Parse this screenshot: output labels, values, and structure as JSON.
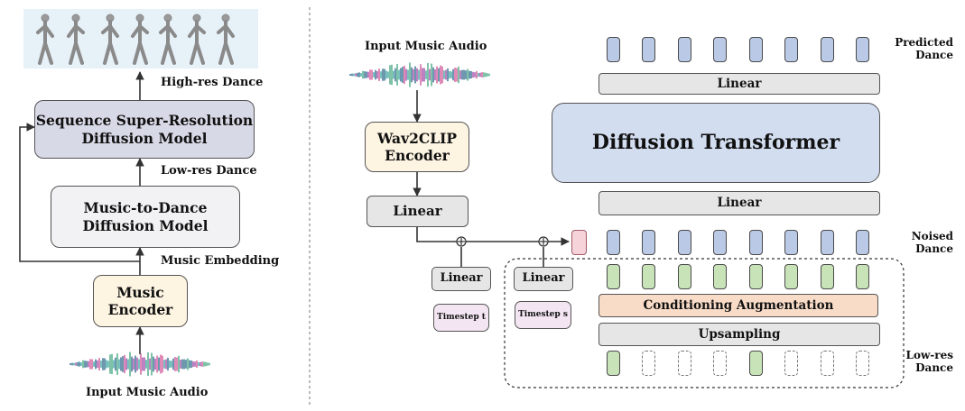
{
  "left": {
    "top_label": "High-res Dance",
    "sr_model": "Sequence Super-Resolution\nDiffusion Model",
    "mid_label": "Low-res Dance",
    "m2d_model": "Music-to-Dance\nDiffusion Model",
    "embed_label": "Music Embedding",
    "encoder": "Music\nEncoder",
    "bottom_label": "Input Music Audio"
  },
  "right": {
    "input_label": "Input Music Audio",
    "wav2clip": "Wav2CLIP\nEncoder",
    "linear_music": "Linear",
    "linear_t": "Linear",
    "timestep_t": "Timestep t",
    "linear_s": "Linear",
    "timestep_s": "Timestep s",
    "linear_top": "Linear",
    "transformer": "Diffusion Transformer",
    "linear_mid": "Linear",
    "cond_aug": "Conditioning Augmentation",
    "upsampling": "Upsampling",
    "predicted": "Predicted\nDance",
    "noised": "Noised\nDance",
    "lowres": "Low-res\nDance"
  },
  "colors": {
    "sr_fill": "#d8d9e6",
    "m2d_fill": "#f2f2f4",
    "encoder_fill": "#fdf4e2",
    "transformer_fill": "#d2ddf0",
    "linear_fill": "#e6e6e6",
    "cond_fill": "#f8dcc8",
    "timestep_fill": "#f3e6f2"
  }
}
